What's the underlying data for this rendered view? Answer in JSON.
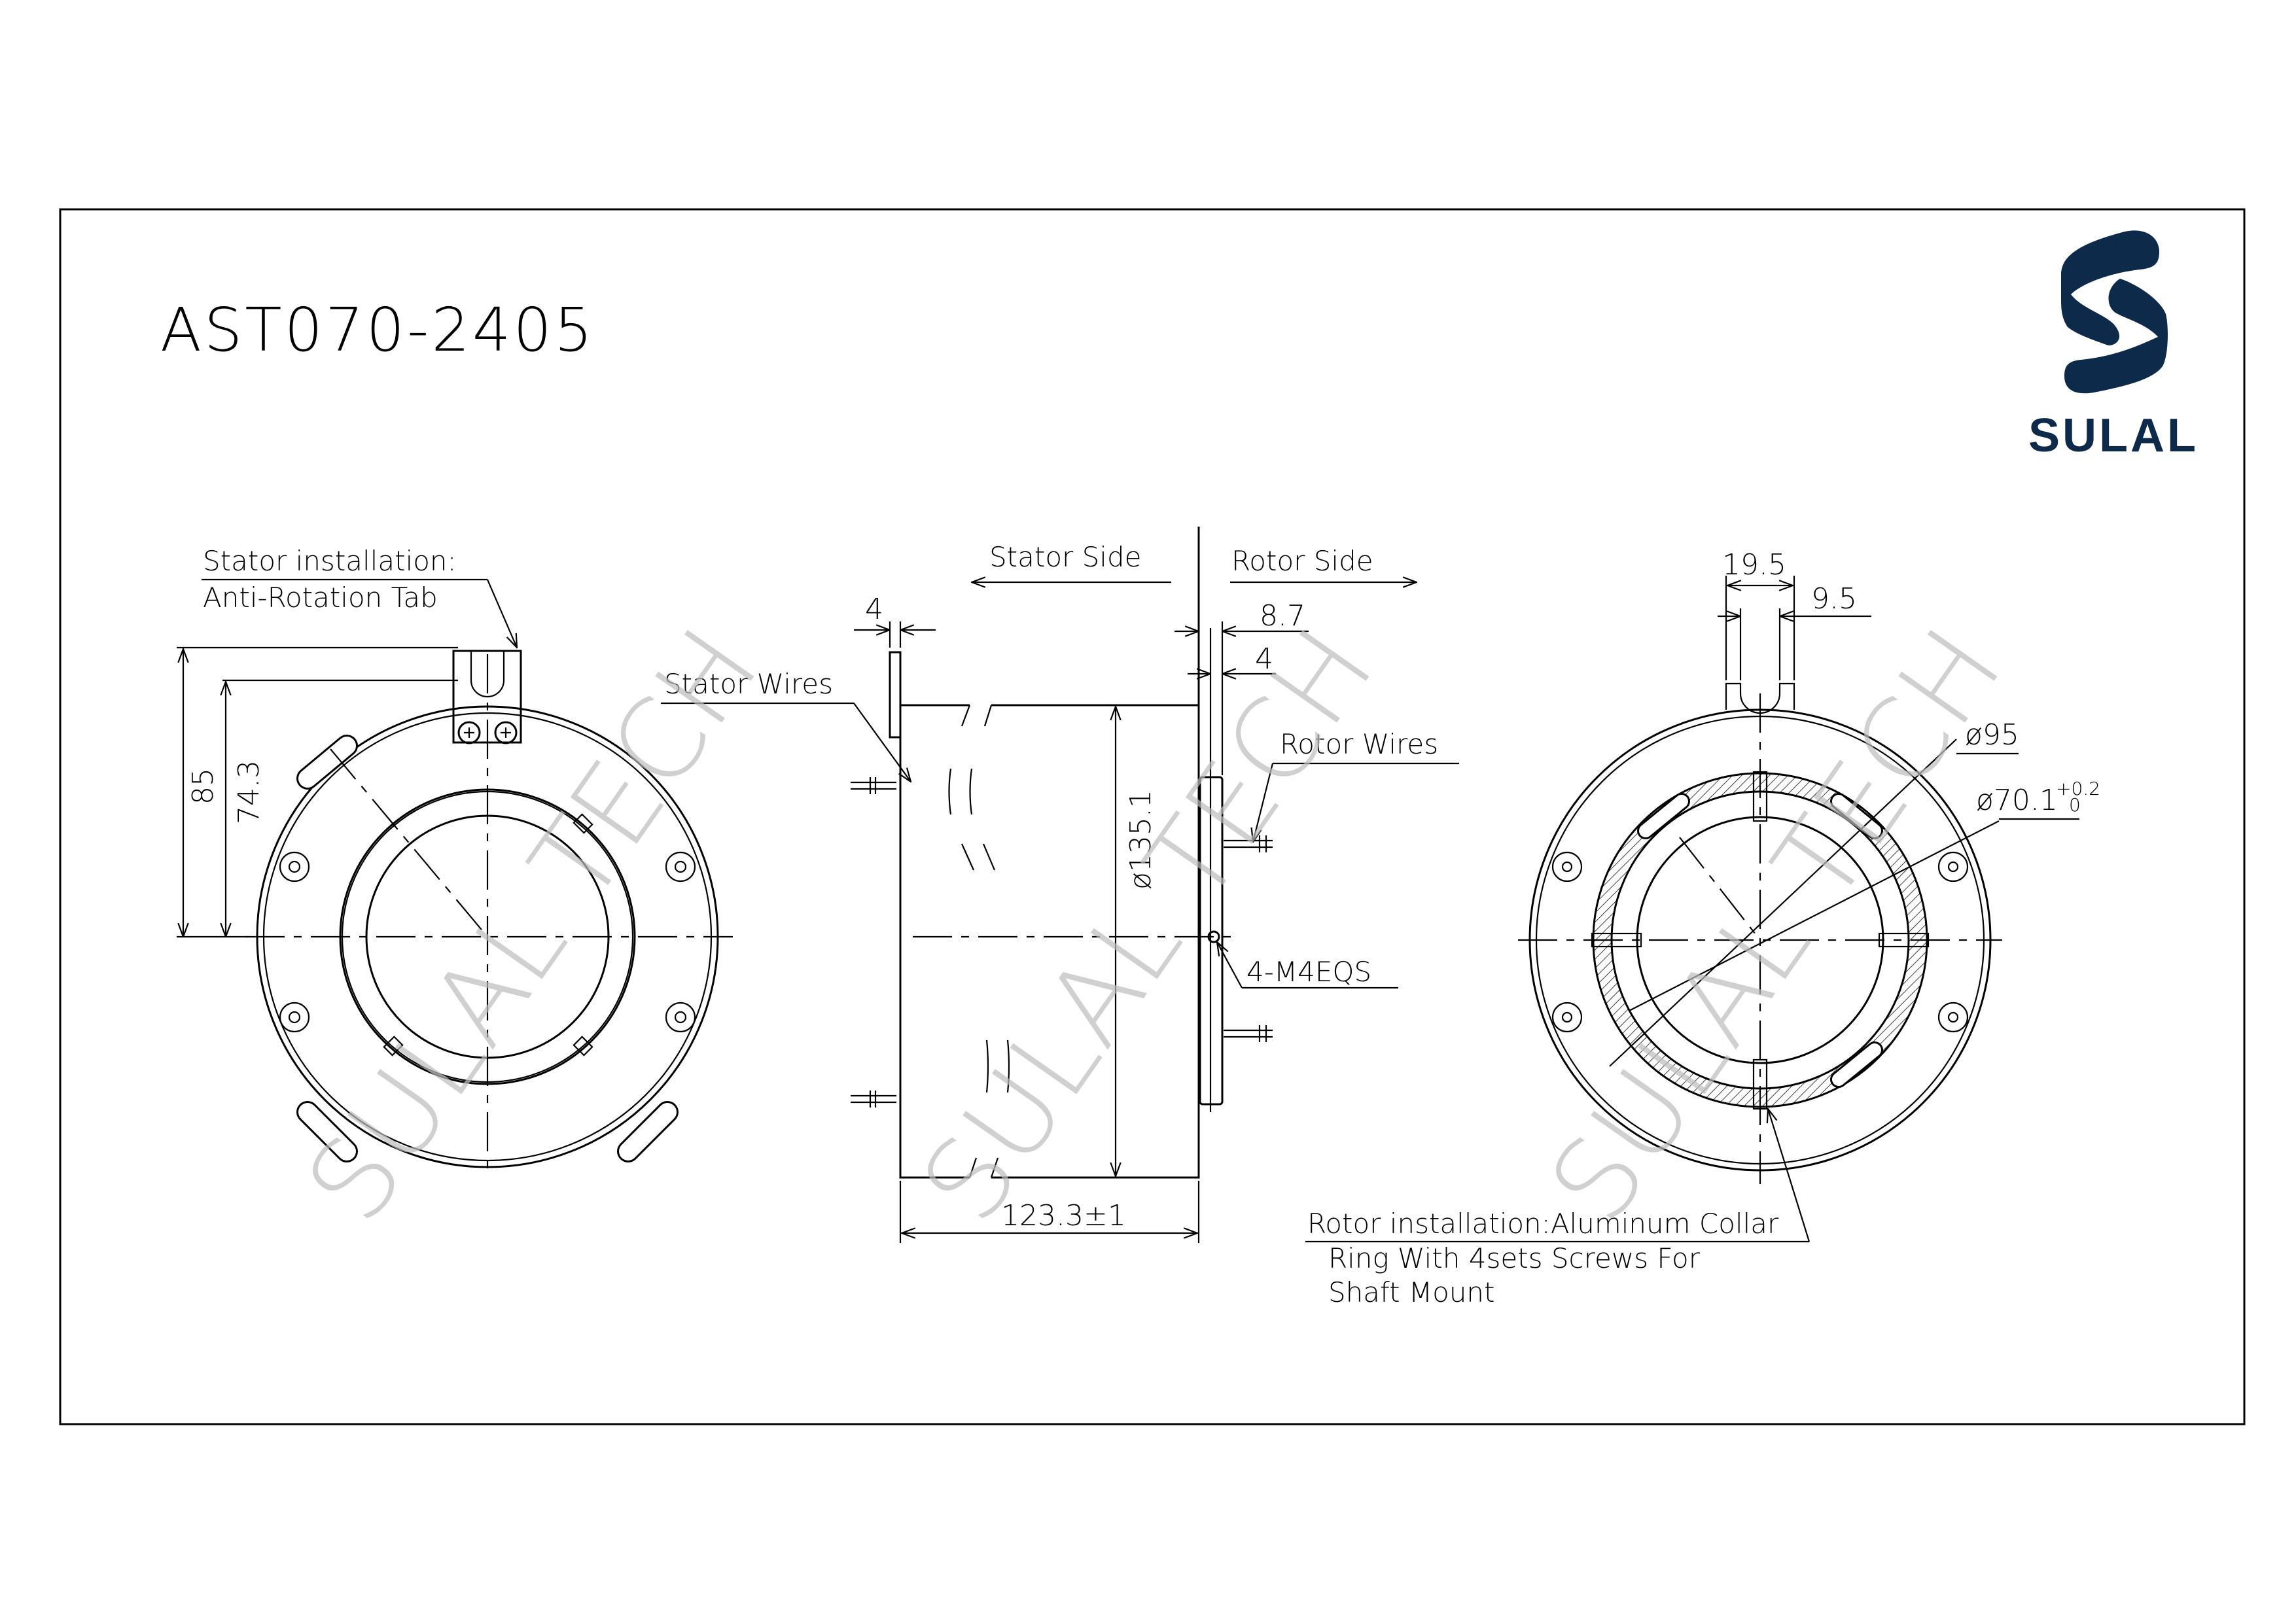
{
  "title": "AST070-2405",
  "logo": {
    "brand": "SULAL",
    "icon": "sulal-s-logo-icon",
    "color": "#0e2a4a"
  },
  "watermark": "SULAL TECH",
  "left_view": {
    "callout_line1": "Stator installation:",
    "callout_line2": "Anti-Rotation Tab",
    "dim_outer_height": "85",
    "dim_tab_height": "74.3"
  },
  "side_view": {
    "stator_side_label": "Stator Side",
    "rotor_side_label": "Rotor Side",
    "stator_wires_label": "Stator Wires",
    "rotor_wires_label": "Rotor Wires",
    "dim_tab_thickness": "4",
    "dim_flange_offset": "8.7",
    "dim_flange_thickness": "4",
    "dim_diameter": "ø135.1",
    "dim_length": "123.3±1",
    "screw_spec": "4-M4EQS"
  },
  "right_view": {
    "dim_tab_width": "19.5",
    "dim_slot_width": "9.5",
    "dim_collar_diameter": "ø95",
    "dim_bore_diameter": "ø70.1",
    "dim_bore_tol_upper": "+0.2",
    "dim_bore_tol_lower": "0",
    "callout_line1": "Rotor installation:Aluminum Collar",
    "callout_line2": "Ring With 4sets Screws For",
    "callout_line3": "Shaft Mount"
  }
}
